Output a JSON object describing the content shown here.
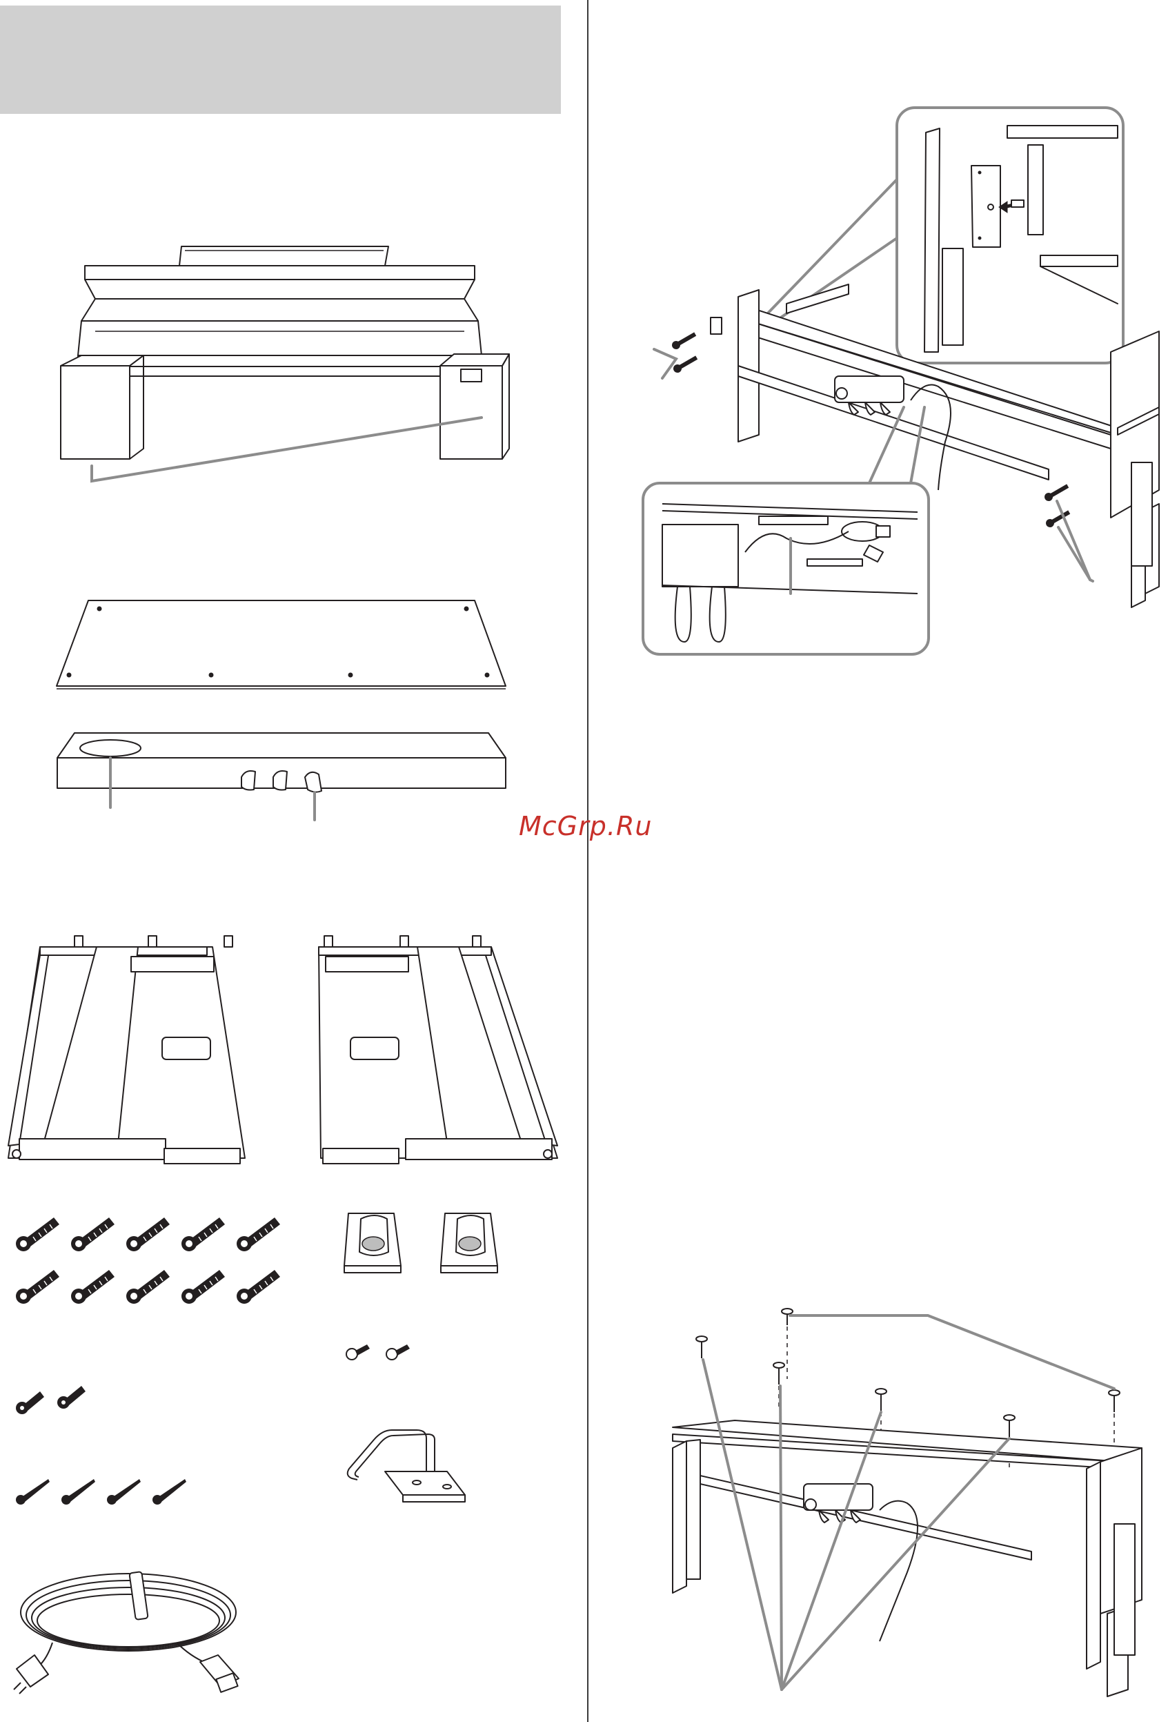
{
  "watermark": {
    "text": "McGrp.Ru",
    "color": "#c8302a"
  },
  "colors": {
    "header_block": "#d0d0d0",
    "line_art": "#231f20",
    "callout_lines": "#8c8c8c",
    "background": "#ffffff"
  },
  "parts": [
    {
      "icon": "piano-main-unit-icon"
    },
    {
      "icon": "back-board-icon"
    },
    {
      "icon": "pedal-box-icon"
    },
    {
      "icon": "side-panel-left-icon"
    },
    {
      "icon": "side-panel-right-icon"
    },
    {
      "icon": "long-bolt-icon",
      "count": 10
    },
    {
      "icon": "holder-icon",
      "count": 2
    },
    {
      "icon": "short-screw-icon",
      "count": 2
    },
    {
      "icon": "small-screw-icon",
      "count": 2
    },
    {
      "icon": "thin-screw-icon",
      "count": 4
    },
    {
      "icon": "headphone-hanger-icon"
    },
    {
      "icon": "power-cord-icon"
    }
  ],
  "steps": [
    {
      "icon": "side-panel-attach-diagram-icon"
    },
    {
      "icon": "back-board-screw-diagram-icon"
    }
  ]
}
